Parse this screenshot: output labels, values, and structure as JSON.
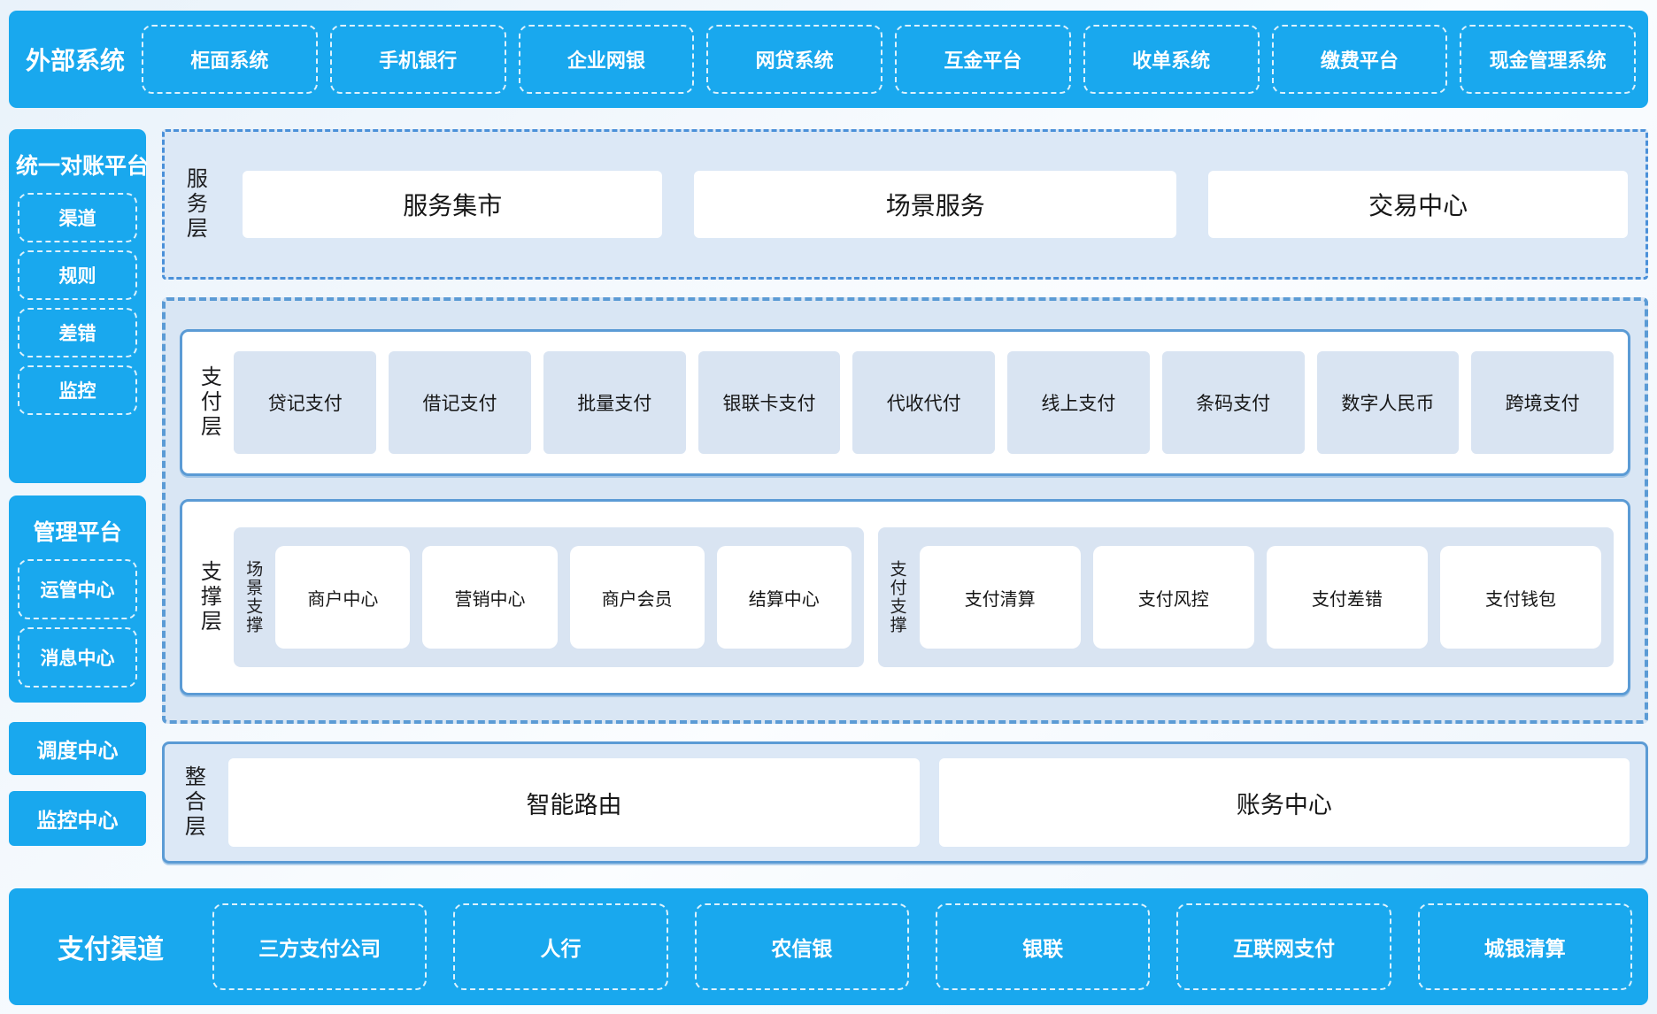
{
  "colors": {
    "brand_blue": "#19a8ee",
    "panel_border_blue": "#5b9bd5",
    "dashdot_border_blue": "#4a90d9",
    "panel_bg_light_blue": "#dce8f6",
    "cell_bg_light_blue": "#d9e4f2",
    "box_bg_white": "#ffffff",
    "text_dark": "#1d1d1f",
    "dashed_item_border": "#ffffff"
  },
  "top_bar": {
    "title": "外部系统",
    "items": [
      "柜面系统",
      "手机银行",
      "企业网银",
      "网贷系统",
      "互金平台",
      "收单系统",
      "缴费平台",
      "现金管理系统"
    ]
  },
  "sidebar": {
    "reconciliation": {
      "title": "统一对账平台",
      "items": [
        "渠道",
        "规则",
        "差错",
        "监控"
      ]
    },
    "management": {
      "title": "管理平台",
      "items": [
        "运管中心",
        "消息中心"
      ]
    },
    "standalone": [
      "调度中心",
      "监控中心"
    ]
  },
  "main": {
    "service_layer": {
      "label": "服务层",
      "boxes": [
        "服务集市",
        "场景服务",
        "交易中心"
      ]
    },
    "payment_layer": {
      "label": "支付层",
      "cells": [
        "贷记支付",
        "借记支付",
        "批量支付",
        "银联卡支付",
        "代收代付",
        "线上支付",
        "条码支付",
        "数字人民币",
        "跨境支付"
      ]
    },
    "support_layer": {
      "label": "支撑层",
      "groups": [
        {
          "label": "场景支撑",
          "cells": [
            "商户中心",
            "营销中心",
            "商户会员",
            "结算中心"
          ]
        },
        {
          "label": "支付支撑",
          "cells": [
            "支付清算",
            "支付风控",
            "支付差错",
            "支付钱包"
          ]
        }
      ]
    },
    "integration_layer": {
      "label": "整合层",
      "boxes": [
        "智能路由",
        "账务中心"
      ]
    }
  },
  "bottom_bar": {
    "title": "支付渠道",
    "items": [
      "三方支付公司",
      "人行",
      "农信银",
      "银联",
      "互联网支付",
      "城银清算"
    ]
  }
}
